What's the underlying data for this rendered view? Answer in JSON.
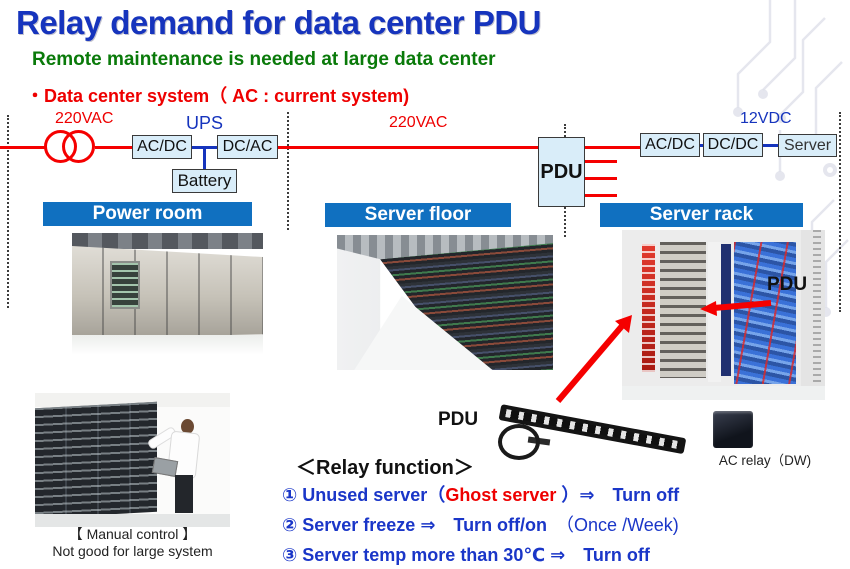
{
  "slide": {
    "title": "Relay demand for data center PDU",
    "subtitle": "Remote maintenance is needed at large data center",
    "bullet": "・Data center system（ AC : current system)"
  },
  "diagram": {
    "voltage_left": "220VAC",
    "voltage_mid": "220VAC",
    "voltage_right": "12VDC",
    "ups_label": "UPS",
    "boxes": {
      "acdc1": "AC/DC",
      "dcac": "DC/AC",
      "battery": "Battery",
      "pdu": "PDU",
      "acdc2": "AC/DC",
      "dcdc": "DC/DC",
      "server": "Server"
    },
    "banners": {
      "power_room": "Power room",
      "server_floor": "Server floor",
      "server_rack": "Server rack"
    }
  },
  "photos": {
    "manual_caption_1": "【 Manual control 】",
    "manual_caption_2": "Not good for large system",
    "pdu_strip_label": "PDU",
    "rack_pdu_label": "PDU",
    "ac_relay_caption": "AC relay（DW)"
  },
  "relay_function": {
    "heading": "＜Relay function＞",
    "item1": {
      "pre": "① Unused server（",
      "red": "Ghost server",
      "post": " ）⇒　Turn off"
    },
    "item2": {
      "pre": "② Server freeze ⇒　",
      "bold": "Turn off/on",
      "note": "　（Once /Week)"
    },
    "item3": "③ Server temp more than 30℃ ⇒　Turn off"
  },
  "colors": {
    "title_blue": "#1634bd",
    "subtitle_green": "#0a7a0a",
    "accent_red": "#ee0000",
    "line_red": "#f50000",
    "banner_blue": "#1070c0",
    "box_fill": "#d9edf9",
    "list_blue": "#1a36c8"
  }
}
